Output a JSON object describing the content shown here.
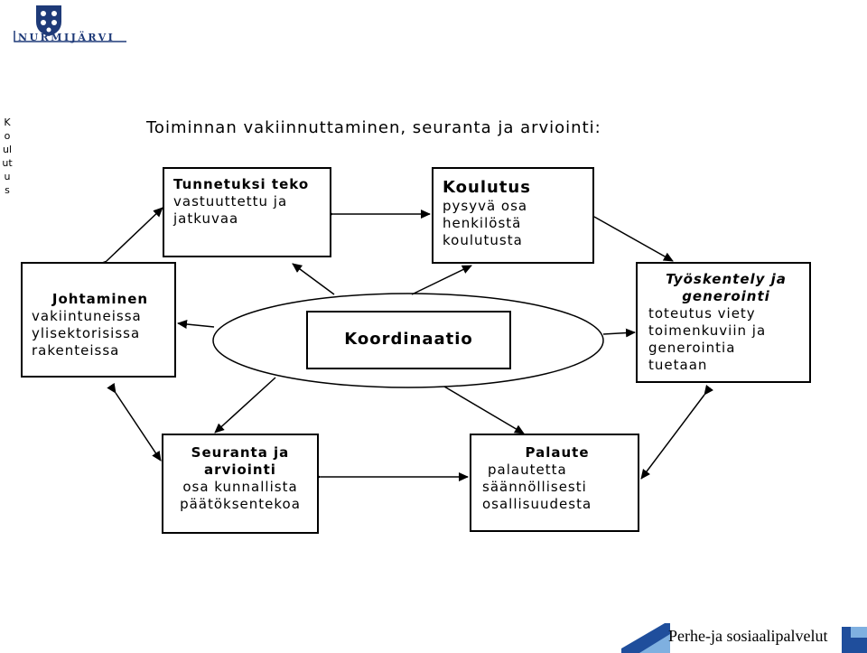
{
  "logo": {
    "text": "NURMIJÄRVI"
  },
  "side_label": "Koulutus",
  "title": "Toiminnan vakiinnuttaminen, seuranta ja arviointi:",
  "nodes": {
    "tunnetuksi": {
      "heading": "Tunnetuksi teko",
      "line1": "vastuuttettu ja",
      "line2": "jatkuvaa"
    },
    "koulutus": {
      "heading": "Koulutus",
      "line1": "pysyvä osa",
      "line2": "henkilöstä",
      "line3": "koulutusta"
    },
    "johtaminen": {
      "heading": "Johtaminen",
      "line1": "vakiintuneissa",
      "line2": "ylisektorisissa",
      "line3": "rakenteissa"
    },
    "tyoskentely": {
      "heading1": "Työskentely ja",
      "heading2": "generointi",
      "line1": "toteutus viety",
      "line2": "toimenkuviin ja",
      "line3": "generointia",
      "line4": "tuetaan"
    },
    "koordinaatio": {
      "heading": "Koordinaatio"
    },
    "seuranta": {
      "heading1": "Seuranta ja",
      "heading2": "arviointi",
      "line1": "osa kunnallista",
      "line2": "päätöksentekoa"
    },
    "palaute": {
      "heading": "Palaute",
      "line1": "palautetta",
      "line2": "säännöllisesti",
      "line3": "osallisuudesta"
    }
  },
  "footer": {
    "text": "Perhe-ja sosiaalipalvelut"
  },
  "colors": {
    "logo_blue": "#1e3a78",
    "footer_blue": "#1f4e9c",
    "footer_light": "#7fb0e0"
  }
}
